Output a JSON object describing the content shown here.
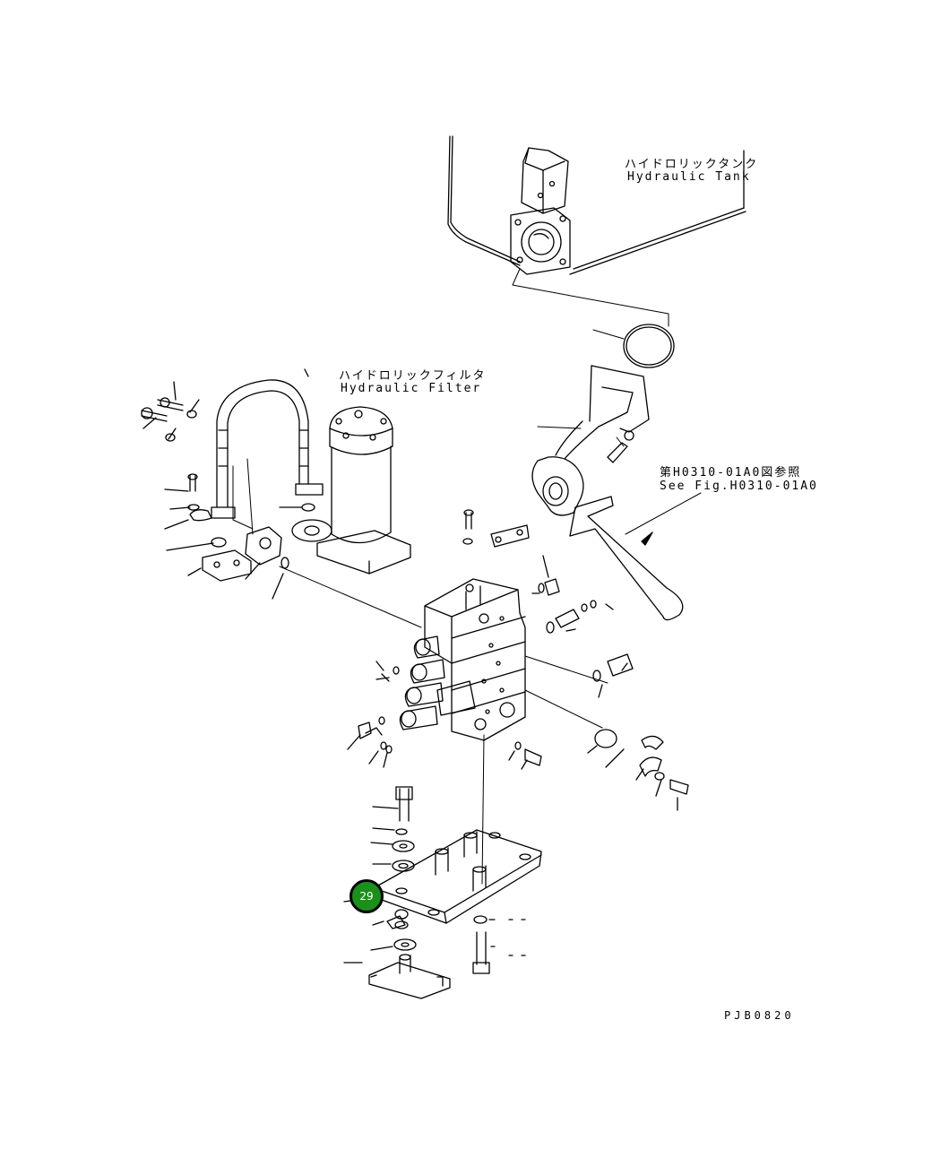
{
  "labels": {
    "tank_jp": "ハイドロリックタンク",
    "tank_en": "Hydraulic Tank",
    "filter_jp": "ハイドロリックフィルタ",
    "filter_en": "Hydraulic Filter",
    "ref_jp": "第H0310-01A0図参照",
    "ref_en": "See Fig.H0310-01A0",
    "drawing_code": "PJB0820"
  },
  "callouts": [
    {
      "number": "29",
      "color": "#1a8f1a"
    }
  ]
}
